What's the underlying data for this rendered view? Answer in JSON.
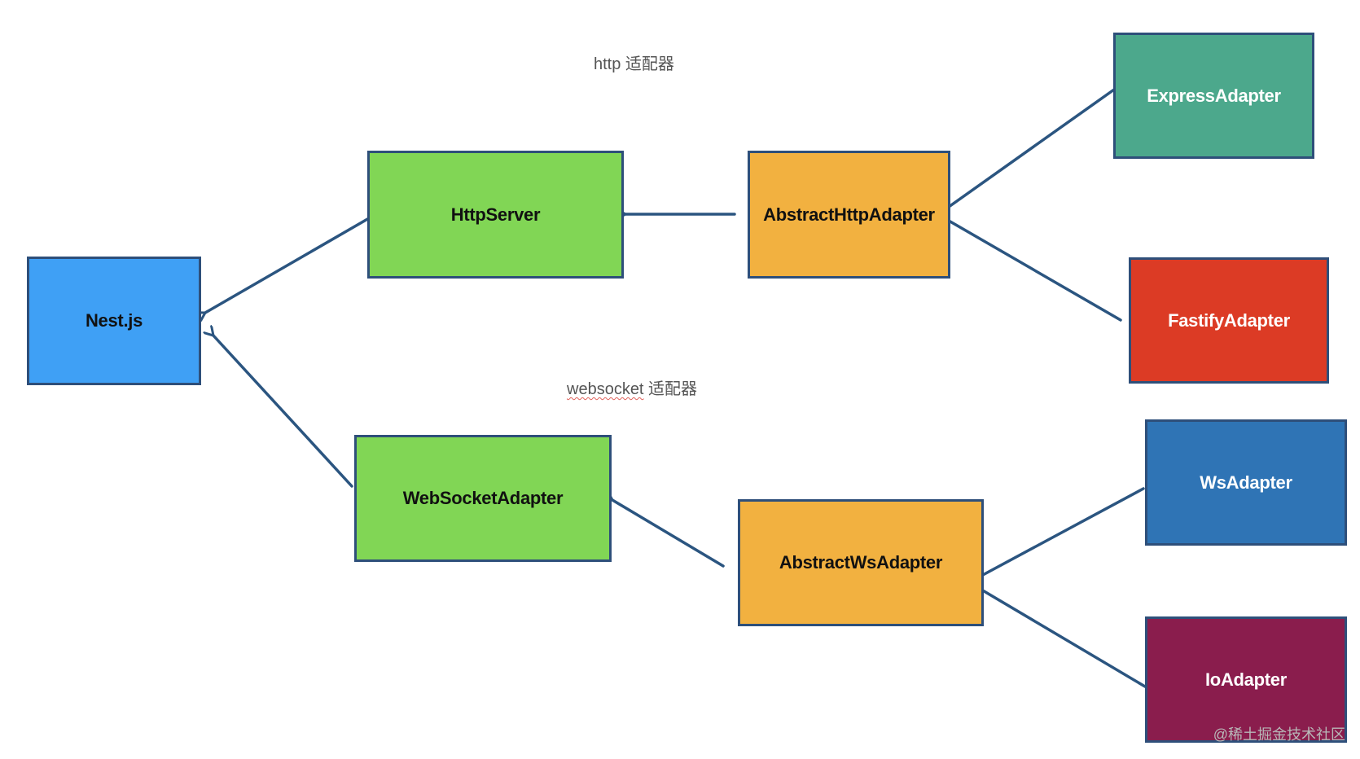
{
  "nodes": {
    "nest": "Nest.js",
    "http_server": "HttpServer",
    "abstract_http": "AbstractHttpAdapter",
    "express": "ExpressAdapter",
    "fastify": "FastifyAdapter",
    "websocket_adapter": "WebSocketAdapter",
    "abstract_ws": "AbstractWsAdapter",
    "ws": "WsAdapter",
    "io": "IoAdapter"
  },
  "captions": {
    "http": "http 适配器",
    "websocket_word": "websocket",
    "websocket_rest": " 适配器"
  },
  "watermark": "@稀土掘金技术社区",
  "colors": {
    "nest": "#3fa0f5",
    "green": "#81d655",
    "orange": "#f2b140",
    "express": "#4ca88c",
    "fastify": "#dc3b25",
    "ws": "#2f74b5",
    "io": "#8a1d4d",
    "border": "#2e4f7a",
    "arrow": "#2b5580"
  },
  "edges": [
    {
      "from": "http_server",
      "to": "nest"
    },
    {
      "from": "websocket_adapter",
      "to": "nest"
    },
    {
      "from": "abstract_http",
      "to": "http_server"
    },
    {
      "from": "express",
      "to": "abstract_http"
    },
    {
      "from": "fastify",
      "to": "abstract_http"
    },
    {
      "from": "abstract_ws",
      "to": "websocket_adapter"
    },
    {
      "from": "ws",
      "to": "abstract_ws"
    },
    {
      "from": "io",
      "to": "abstract_ws"
    }
  ]
}
